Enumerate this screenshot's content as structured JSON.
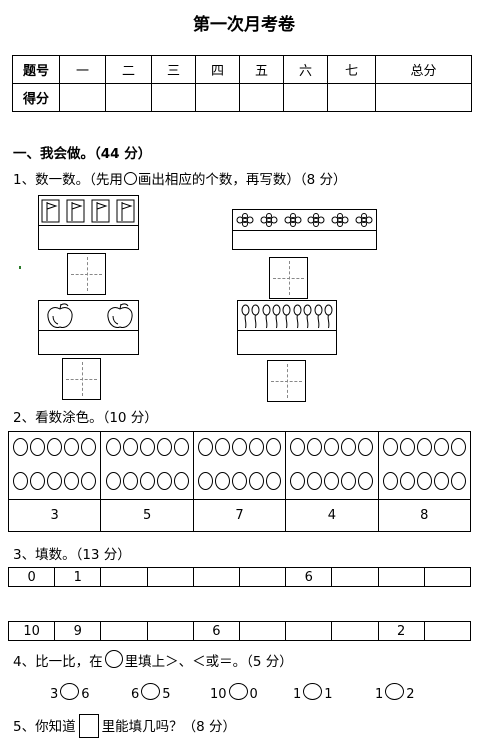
{
  "title": "第一次月考卷",
  "score_table": {
    "row1": [
      "题号",
      "一",
      "二",
      "三",
      "四",
      "五",
      "六",
      "七",
      "总分"
    ],
    "row2": [
      "得分",
      "",
      "",
      "",
      "",
      "",
      "",
      "",
      ""
    ]
  },
  "section1": {
    "heading": "一、我会做。（44 分）",
    "q1": {
      "prefix": "1、数一数。（先用",
      "suffix": "画出相应的个数，再写数）（8 分）"
    },
    "icons": [
      "flag-icon",
      "flower-icon",
      "apple-icon",
      "balloon-icon"
    ],
    "q2": {
      "label": "2、看数涂色。（10 分）",
      "numbers": [
        "3",
        "5",
        "7",
        "4",
        "8"
      ]
    },
    "q3": {
      "label": "3、填数。（13 分）",
      "line1": [
        "0",
        "1",
        "",
        "",
        "",
        "",
        "6",
        "",
        "",
        ""
      ],
      "line2": [
        "10",
        "9",
        "",
        "",
        "6",
        "",
        "",
        "",
        "2",
        ""
      ]
    },
    "q4": {
      "prefix": "4、比一比，在",
      "suffix": "里填上＞、＜或＝。（5 分）",
      "pairs": [
        [
          "3",
          "6"
        ],
        [
          "6",
          "5"
        ],
        [
          "10",
          "0"
        ],
        [
          "1",
          "1"
        ],
        [
          "1",
          "2"
        ]
      ]
    },
    "q5": {
      "prefix": "5、你知道",
      "suffix": "里能填几吗？（8 分）"
    }
  }
}
